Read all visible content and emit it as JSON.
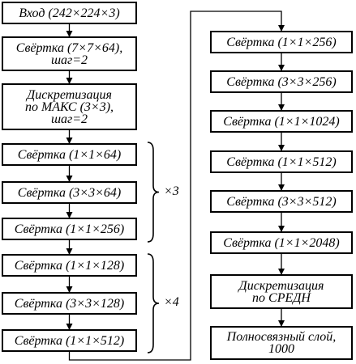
{
  "left_column": [
    {
      "id": "input",
      "lines": [
        "Вход (242×224×3)"
      ]
    },
    {
      "id": "conv7",
      "lines": [
        "Свёртка (7×7×64),",
        "шаг=2"
      ]
    },
    {
      "id": "maxpool",
      "lines": [
        "Дискретизация",
        "по МАКС (3×3),",
        "шаг=2"
      ]
    },
    {
      "id": "g1-conv1",
      "lines": [
        "Свёртка (1×1×64)"
      ]
    },
    {
      "id": "g1-conv2",
      "lines": [
        "Свёртка (3×3×64)"
      ]
    },
    {
      "id": "g1-conv3",
      "lines": [
        "Свёртка (1×1×256)"
      ]
    },
    {
      "id": "g2-conv1",
      "lines": [
        "Свёртка (1×1×128)"
      ]
    },
    {
      "id": "g2-conv2",
      "lines": [
        "Свёртка (3×3×128)"
      ]
    },
    {
      "id": "g2-conv3",
      "lines": [
        "Свёртка (1×1×512)"
      ]
    }
  ],
  "right_column": [
    {
      "id": "r-conv1",
      "lines": [
        "Свёртка (1×1×256)"
      ]
    },
    {
      "id": "r-conv2",
      "lines": [
        "Свёртка (3×3×256)"
      ]
    },
    {
      "id": "r-conv3",
      "lines": [
        "Свёртка (1×1×1024)"
      ]
    },
    {
      "id": "r-conv4",
      "lines": [
        "Свёртка (1×1×512)"
      ]
    },
    {
      "id": "r-conv5",
      "lines": [
        "Свёртка (3×3×512)"
      ]
    },
    {
      "id": "r-conv6",
      "lines": [
        "Свёртка (1×1×2048)"
      ]
    },
    {
      "id": "avgpool",
      "lines": [
        "Дискретизация",
        "по СРЕДН"
      ]
    },
    {
      "id": "fc",
      "lines": [
        "Полносвязный слой,",
        "1000"
      ]
    }
  ],
  "repeats": [
    {
      "id": "group1",
      "label": "×3"
    },
    {
      "id": "group2",
      "label": "×4"
    }
  ]
}
